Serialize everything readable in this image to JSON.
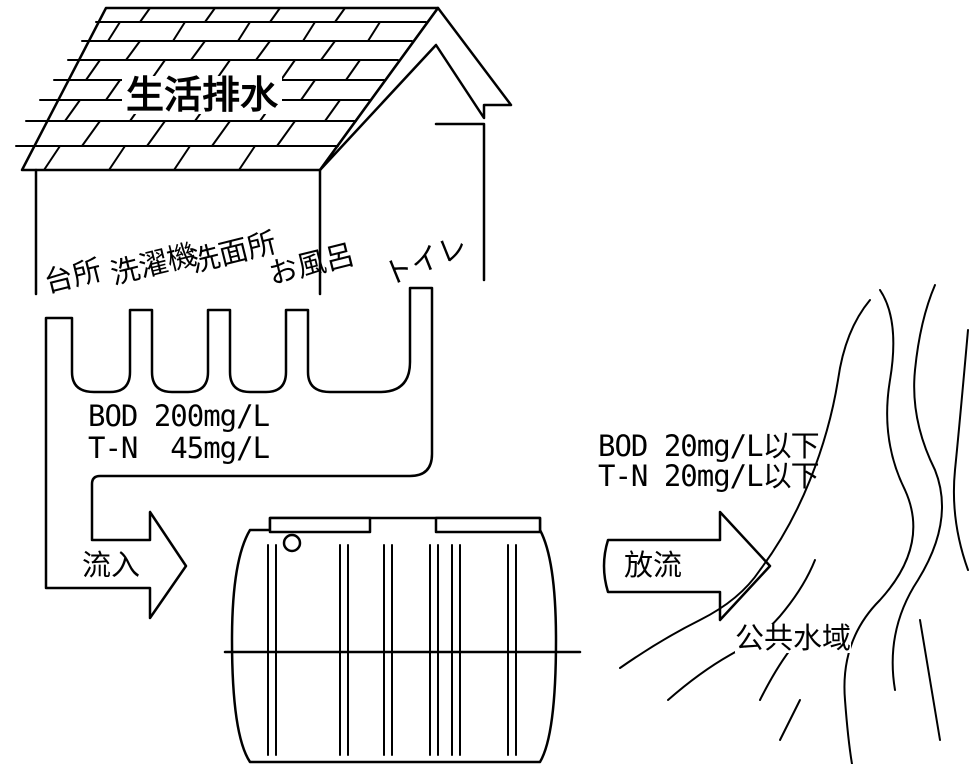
{
  "house": {
    "title": "生活排水",
    "sources": [
      "台所",
      "洗濯機",
      "洗面所",
      "お風呂",
      "トイレ"
    ]
  },
  "inflow": {
    "bod": "BOD 200mg/L",
    "tn": "T-N  45mg/L",
    "label": "流入"
  },
  "outflow": {
    "bod": "BOD 20mg/L以下",
    "tn": "T-N 20mg/L以下",
    "label": "放流"
  },
  "water_body": {
    "label": "公共水域"
  },
  "colors": {
    "line": "#000000",
    "background": "#ffffff"
  }
}
